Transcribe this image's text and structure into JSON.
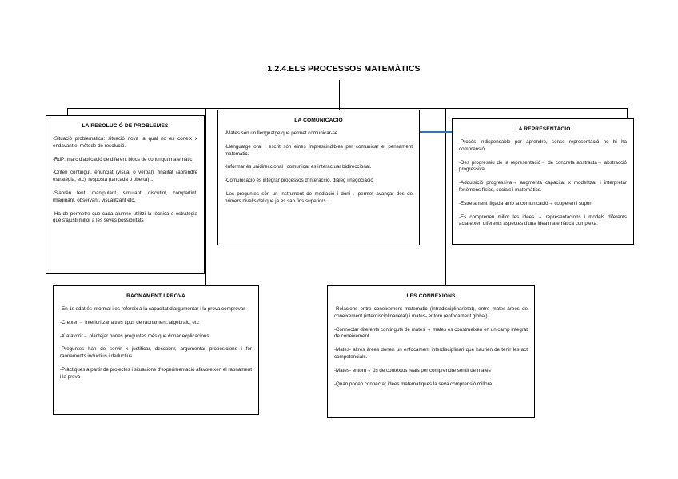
{
  "title": "1.2.4.ELS PROCESSOS MATEMÀTICS",
  "accent_color": "#2E75B6",
  "line_color": "#000000",
  "background_color": "#FFFFFF",
  "nodes": {
    "resolucio": {
      "heading": "LA RESOLUCIÓ DE PROBLEMES",
      "bullets": [
        "-Situació problemàtica: situació nova la qual no es coneix x endavant el mètode de resolució.",
        "-RdP: marc d'aplicació de diferent blocs de contingut matemàtic.",
        "-Criteri contingut, enunciat (visual o verbal), finalitat (aprendre estratègia, etc), resposta (tancada o oberta)...",
        "-S'aprèn fent, manipulant, simulant, discutint, compartint, imaginant, observant, visualitzant etc.",
        "-Ha de permetre que cada alumne utilitzi la tècnica o estratègia que s'ajusti millor a les seves possibilitats"
      ]
    },
    "comunicacio": {
      "heading": "LA COMUNICACIÓ",
      "bullets": [
        "-Mates són un llenguatge que permet comunicar-se",
        "-Llenguatge oral i escrit són eines imprescindibles per comunicar el pensament matemàtic.",
        "-Informar és unidireccional i comunicar es interactuar bidireccional.",
        "-Comunicació és integrar processos d'interacció, diàleg i negociació",
        "-Les preguntes són un instrument de mediació i doni→ permet avançar des de primers nivells del que ja es sap fins superiors."
      ]
    },
    "representacio": {
      "heading": "LA REPRESENTACIÓ",
      "bullets": [
        "-Procés indispensable per aprendre, sense representació no hi ha comprensió",
        "-Des progressiu de la representació→ de concreta abstracta→ abstracció progressiva",
        "-Adquisició progressiva→ augmenta capacitat x modelitzar i interpretar fenòmens físics, socials i matemàtics.",
        "-Estretament lligada amb la comunicació→ cooperen i suport",
        "-Es comprenen millor les idees → representacions i models diferents aclareixen diferents aspectes d'una idea matemàtica complexa."
      ]
    },
    "raonament": {
      "heading": "RAONAMENT I PROVA",
      "bullets": [
        "-En 1s edat és informal i es refereix a la capacitat d'argumentar i la prova comprovar.",
        "-Creixen→ interioritzar altres tipus de raonament: algebraic, etc",
        "-X afavorir→ plantejar bones preguntes més que donar explicacions",
        "-Preguntes han de servir x justificar, descobrir, argumentar proposicions i fer raonaments inductius i deductius.",
        "-Pràctiques a partir de projectes i situacions d'experimentació afavoreixen el raonament i la prova"
      ]
    },
    "connexions": {
      "heading": "LES CONNEXIONS",
      "bullets": [
        "-Relacions entre coneixement matemàtic (intradisciplinarietat), entre mates-àrees de coneixement (interdisciplinarietat) i mates- entorn (enfocament global)",
        "-Connectar diferents continguts de mates → mates es construeixen en un camp integrat de coneixement.",
        "-Mates- altres àrees donen un enfocament interdisciplinari que haurien de tenir les act competencials.",
        "-Mates- entorn→ ús de contextos reals per comprendre sentit de mates",
        "-Quan poden connectar idees matemàtiques la seva comprensió millora."
      ]
    }
  },
  "connectors": {
    "bidirectional_arrow": "double-headed-arrow-comunicacio-representacio"
  }
}
